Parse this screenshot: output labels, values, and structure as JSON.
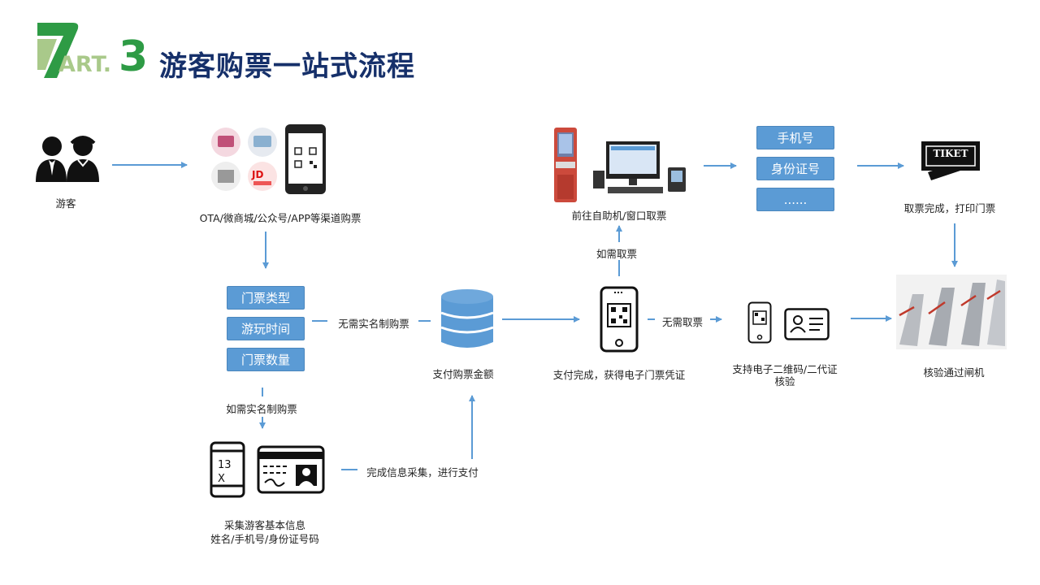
{
  "header": {
    "logo_letters": "ART.",
    "logo_number": "3",
    "title": "游客购票一站式流程"
  },
  "nodes": {
    "tourist": "游客",
    "channels": "OTA/微商城/公众号/APP等渠道购票",
    "ticket_options": [
      "门票类型",
      "游玩时间",
      "门票数量"
    ],
    "no_realname": "无需实名制购票",
    "need_realname": "如需实名制购票",
    "payment": "支付购票金额",
    "collect_info_line1": "采集游客基本信息",
    "collect_info_line2": "姓名/手机号/身份证号码",
    "collect_done": "完成信息采集，进行支付",
    "pay_done": "支付完成，获得电子门票凭证",
    "need_pickup": "如需取票",
    "kiosk": "前往自助机/窗口取票",
    "pickup_methods": [
      "手机号",
      "身份证号",
      "......"
    ],
    "pickup_done": "取票完成，打印门票",
    "no_pickup": "无需取票",
    "verify_line1": "支持电子二维码/二代证",
    "verify_line2": "核验",
    "gate": "核验通过闸机",
    "phone_digits_1": "13",
    "phone_digits_2": "X",
    "ticket_word": "TIKET"
  },
  "colors": {
    "title": "#16306a",
    "logo_green": "#2e9b45",
    "logo_light": "#a9c98a",
    "arrow": "#5b9bd5",
    "button": "#5b9bd5",
    "database": "#5b9bd5"
  }
}
